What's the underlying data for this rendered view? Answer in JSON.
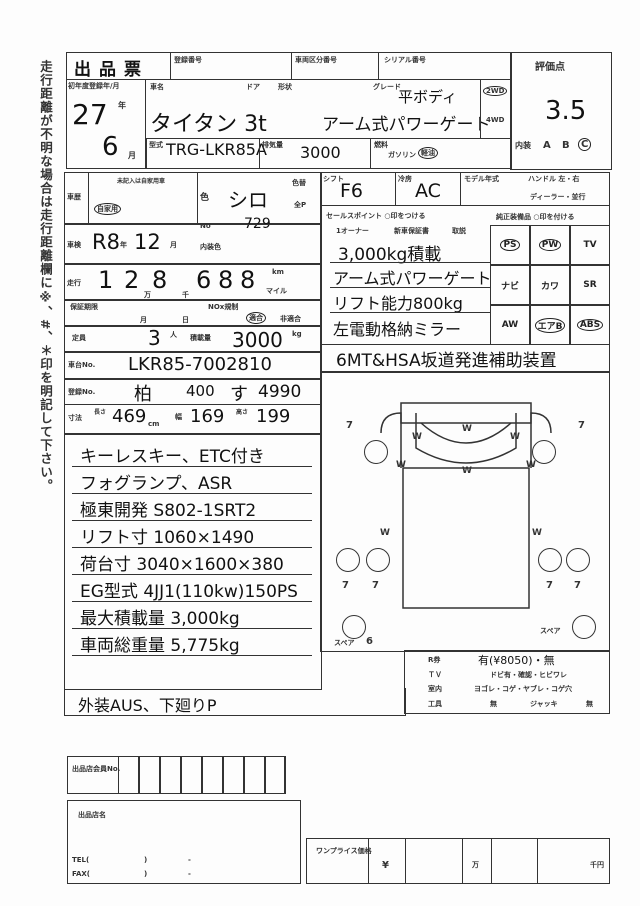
{
  "side_note": "走行距離が不明な場合は走行距離欄に※、#、＊印を明記して下さい。",
  "header": {
    "title": "出品票",
    "fields": [
      "登録番号",
      "車両区分番号",
      "シリアル番号"
    ],
    "grade_label": "評価点",
    "grade": "3.5",
    "interior_label": "内装",
    "interior_options": [
      "A",
      "B",
      "C"
    ],
    "interior_selected": "C"
  },
  "year": {
    "label": "初年度登録年/月",
    "year": "27",
    "year_unit": "年",
    "month": "6",
    "month_unit": "月"
  },
  "car": {
    "name_label": "車名",
    "door_label": "ドア",
    "body_label": "形状",
    "grade_label": "グレード",
    "name": "タイタン 3t",
    "grade": "平ボディ",
    "note": "アーム式パワーゲート",
    "drive_2wd": "2WD",
    "drive_4wd": "4WD",
    "model_label": "型式",
    "model": "TRG-LKR85A",
    "displacement_label": "排気量",
    "displacement": "3000",
    "fuel_label": "燃料",
    "fuel_gas": "ガソリン",
    "fuel_selected": "軽油"
  },
  "left": {
    "usage_label": "車歴",
    "usage_note": "未記入は自家用車",
    "usage": "自家用",
    "color_label": "色",
    "color": "シロ",
    "color_change": "色替",
    "all_paint": "全P",
    "color_no_label": "No",
    "color_no": "729",
    "interior_color_label": "内装色",
    "inspection_label": "車検",
    "inspection": "R8",
    "inspection_year_unit": "年",
    "inspection_month": "12",
    "inspection_month_unit": "月",
    "mileage_label": "走行",
    "mileage_digits": [
      "1",
      "2",
      "8",
      "6",
      "8",
      "8"
    ],
    "man": "万",
    "sen": "千",
    "km": "km",
    "mile": "マイル",
    "warranty_label": "保証期限",
    "month": "月",
    "day": "日",
    "nox_label": "NOx規制",
    "nox_ok": "適合",
    "nox_ng": "非適合",
    "capacity_label": "定員",
    "capacity": "3",
    "capacity_unit": "人",
    "load_label": "積載量",
    "load": "3000",
    "load_unit": "kg",
    "chassis_label": "車台No.",
    "chassis": "LKR85-7002810",
    "plate_label": "登録No.",
    "plate": [
      "柏",
      "400",
      "す",
      "4990"
    ],
    "size_label": "寸法",
    "length_label": "長さ",
    "length": "469",
    "width_label": "幅",
    "width": "169",
    "height_label": "高さ",
    "height": "199",
    "cm": "cm"
  },
  "right": {
    "shift_label": "シフト",
    "shift": "F6",
    "ac_label": "冷房",
    "ac": "AC",
    "model_year_label": "モデル年式",
    "handle_label": "ハンドル 左・右",
    "dealer_label": "ディーラー・並行",
    "sales_label": "セールスポイント ○印をつける",
    "sales_options": [
      "1オーナー",
      "新車保証書",
      "取説"
    ],
    "sales_lines": [
      "3,000kg積載",
      "アーム式パワーゲート",
      "リフト能力800kg",
      "左電動格納ミラー"
    ],
    "extra_line": "6MT&HSA坂道発進補助装置",
    "equip_label": "純正装備品 ○印を付ける",
    "equipment": [
      {
        "label": "PS",
        "on": true
      },
      {
        "label": "PW",
        "on": true
      },
      {
        "label": "TV",
        "on": false
      },
      {
        "label": "ナビ",
        "on": false
      },
      {
        "label": "カワ",
        "on": false
      },
      {
        "label": "SR",
        "on": false
      },
      {
        "label": "AW",
        "on": false
      },
      {
        "label": "エアB",
        "on": true
      },
      {
        "label": "ABS",
        "on": true
      }
    ]
  },
  "diagram": {
    "marks": [
      "W",
      "W",
      "W",
      "W",
      "W",
      "W",
      "W",
      "W"
    ],
    "tire_marks": [
      "7",
      "7",
      "7",
      "7",
      "7",
      "7"
    ],
    "spare_label": "スペア",
    "spare_rear": "6"
  },
  "notes": [
    "キーレスキー、ETC付き",
    "フォグランプ、ASR",
    "極東開発 S802-1SRT2",
    "リフト寸 1060×1490",
    "荷台寸 3040×1600×380",
    "EG型式 4JJ1(110kw)150PS",
    "最大積載量 3,000kg",
    "車両総重量 5,775kg"
  ],
  "recycle": {
    "label": "R券",
    "value": "有(¥8050)・無",
    "m_label": "ＴＶ",
    "m_value": "ドビ有・確認・ヒビワレ",
    "interior_label": "室内",
    "interior_value": "ヨゴレ・コゲ・ヤブレ・コゲ穴",
    "tools_label": "工具",
    "tools": [
      "無",
      "ジャッキ",
      "無"
    ]
  },
  "exterior": "外装AUS、下廻りP",
  "footer": {
    "member_label": "出品店会員No.",
    "shop_label": "出品店名",
    "tel": "TEL(",
    "fax": "FAX(",
    "paren": ")",
    "dash": "-",
    "price_label": "ワンプライス価格",
    "yen": "¥",
    "man": "万",
    "sen_yen": "千円"
  }
}
